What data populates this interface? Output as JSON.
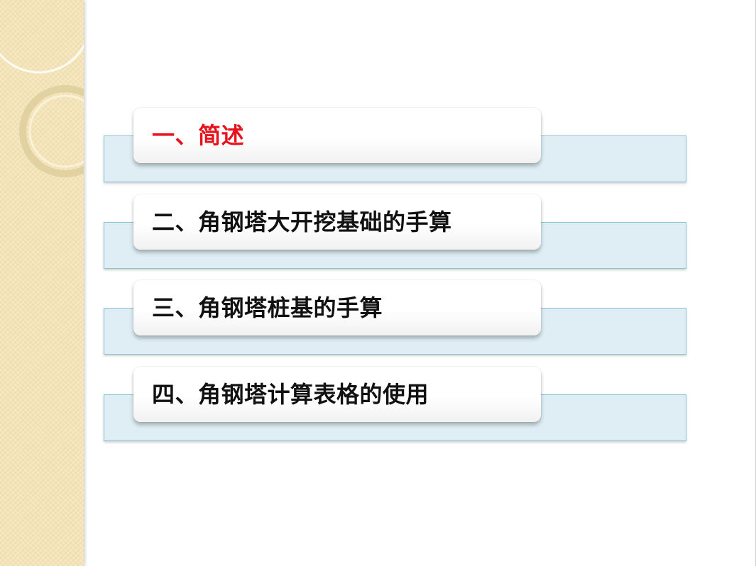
{
  "slide": {
    "colors": {
      "band": "#f4e4b8",
      "bar_fill": "#deeef4",
      "bar_border": "#8cc4d4",
      "active_text": "#e8101a",
      "text": "#111111"
    },
    "items": [
      {
        "label": "一、简述",
        "active": true
      },
      {
        "label": "二、角钢塔大开挖基础的手算",
        "active": false
      },
      {
        "label": "三、角钢塔桩基的手算",
        "active": false
      },
      {
        "label": "四、角钢塔计算表格的使用",
        "active": false
      }
    ]
  }
}
